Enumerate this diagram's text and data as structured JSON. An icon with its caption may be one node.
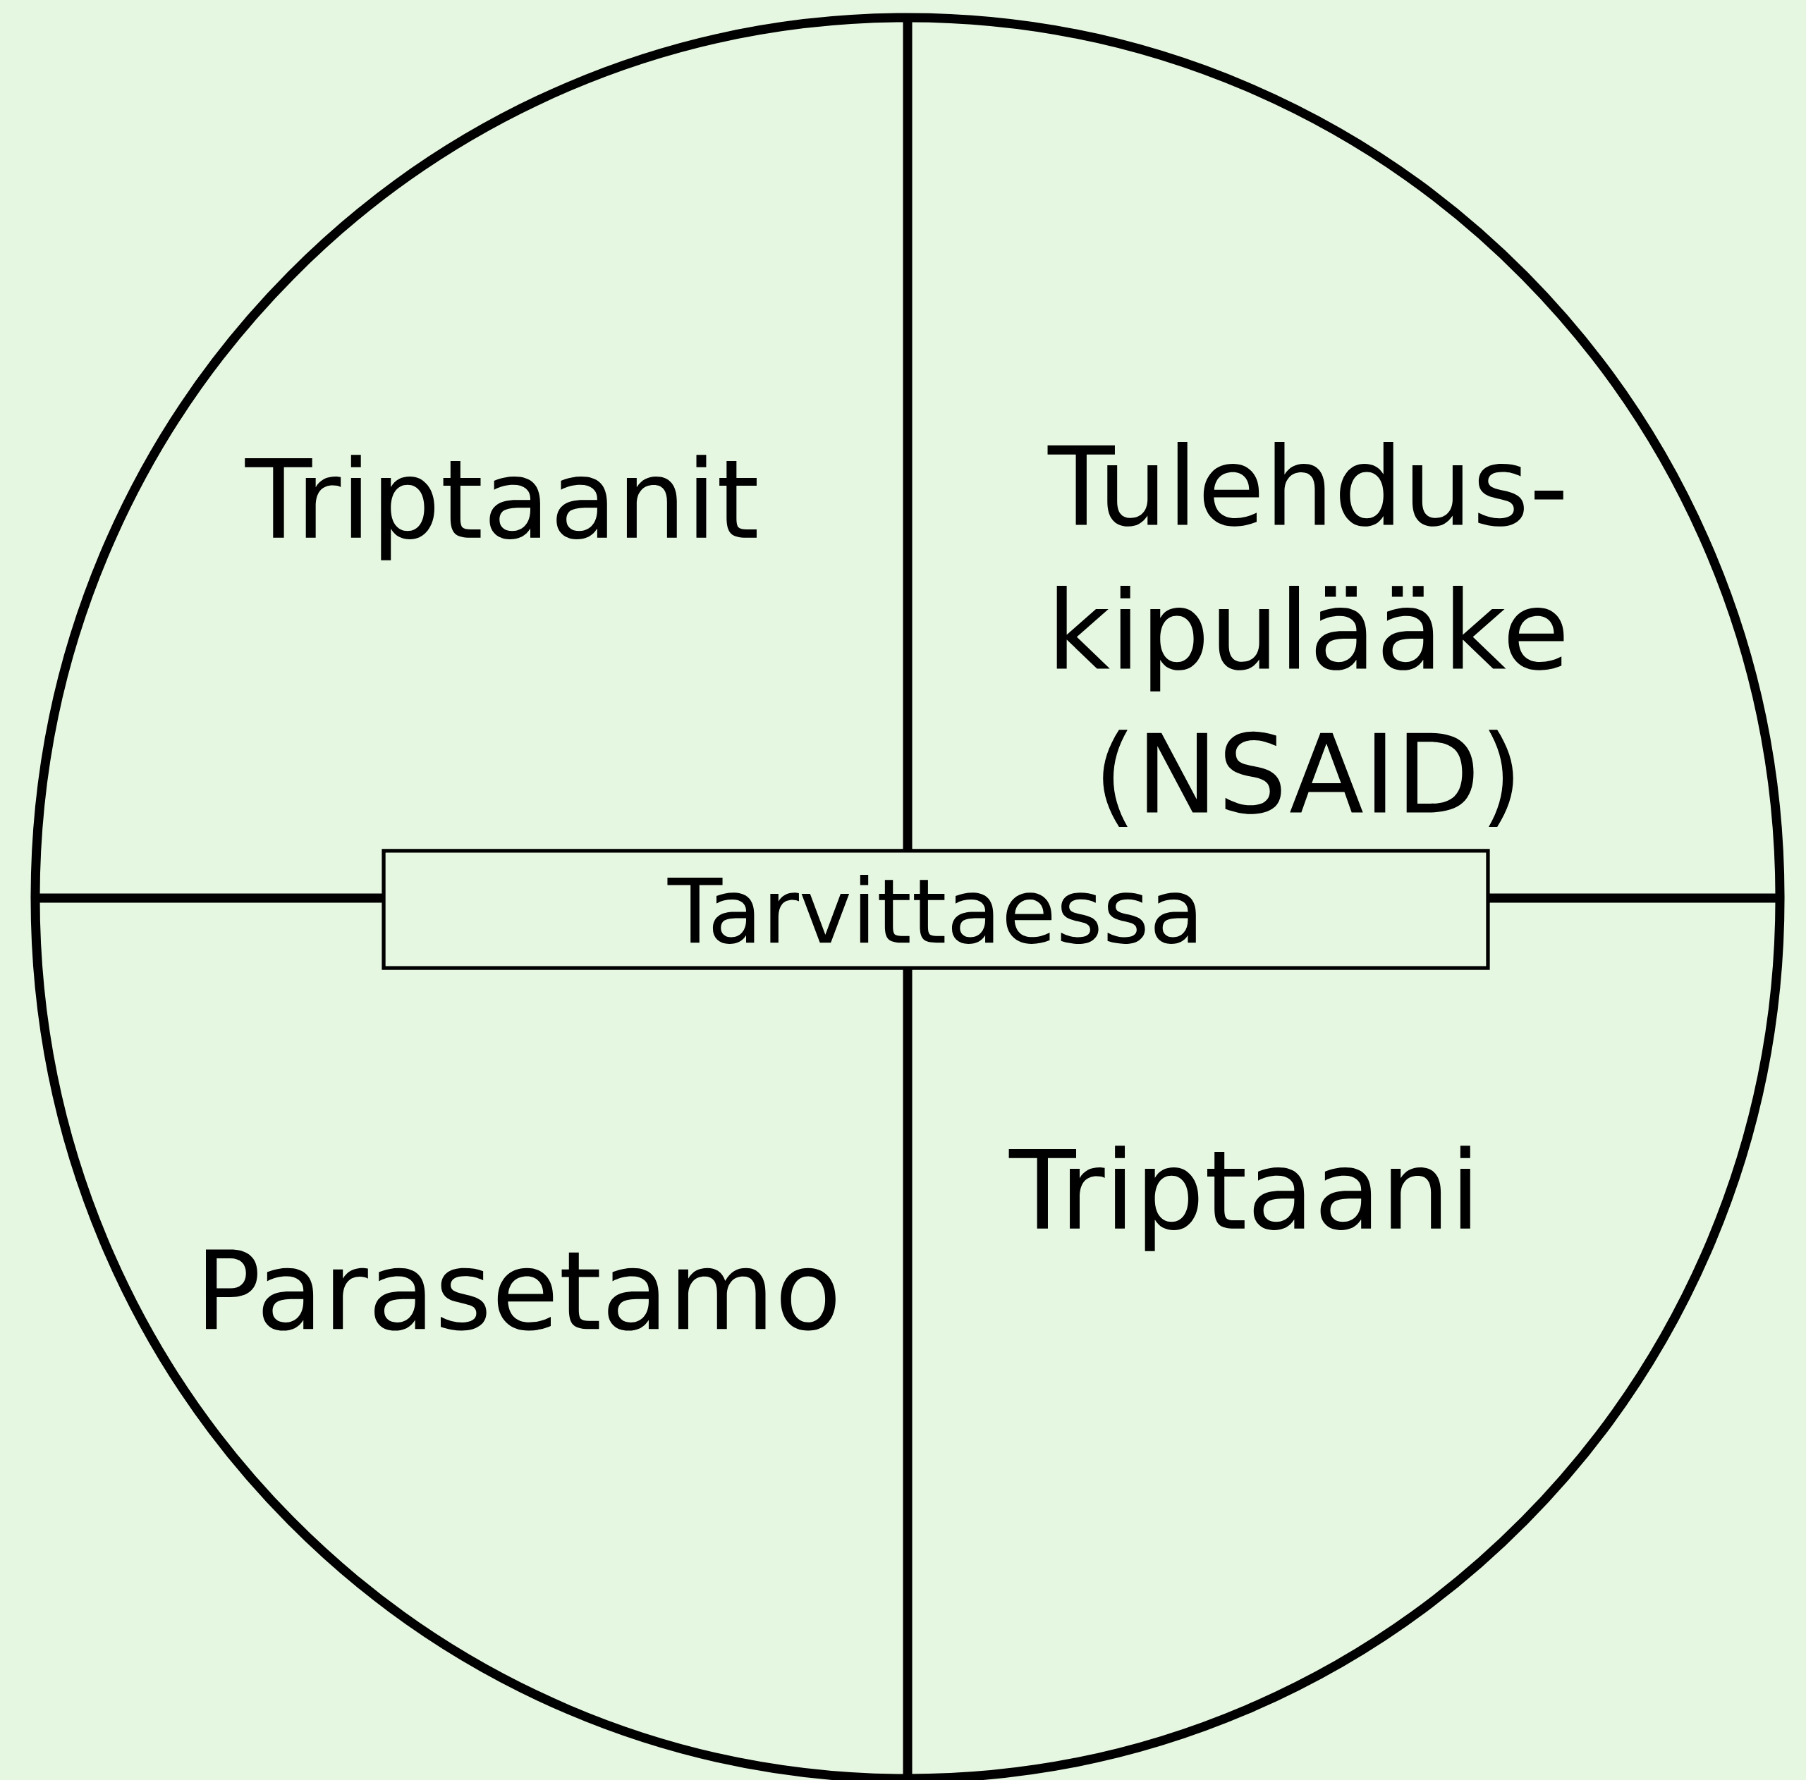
{
  "diagram": {
    "nodes": [
      {
        "text": [],
        "shape": "circle"
      },
      {
        "text": [
          "Triptaanit"
        ],
        "in": 0
      },
      {
        "text": [
          "Tulehdus-kipulääke (NSAID)"
        ],
        "in": 0
      },
      {
        "text": [
          "Parasetamo"
        ],
        "in": 0
      },
      {
        "text": [
          "Triptaani"
        ],
        "in": 0
      },
      {
        "text": [
          "Tarvittaessa"
        ],
        "in": 0
      }
    ],
    "edges": []
  }
}
